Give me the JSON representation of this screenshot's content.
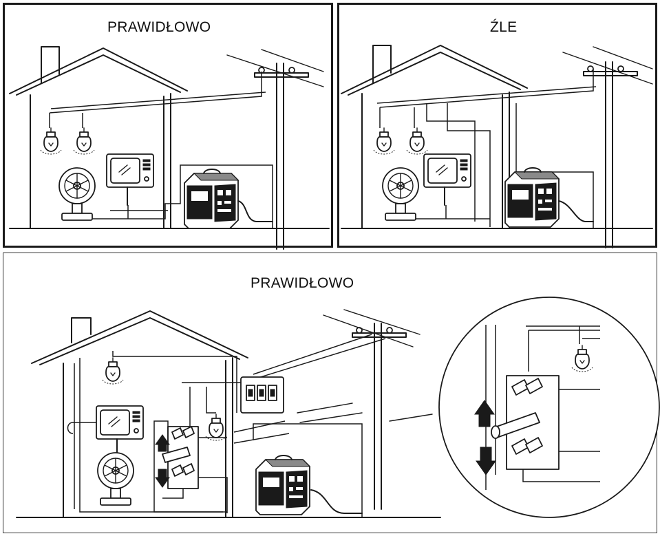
{
  "panels": {
    "top_left": {
      "label": "PRAWIDŁOWO"
    },
    "top_right": {
      "label": "ŹLE"
    },
    "bottom": {
      "label": "PRAWIDŁOWO"
    }
  },
  "icons": [
    "house-icon",
    "lamp-icon",
    "tv-icon",
    "fan-icon",
    "generator-icon",
    "utility-pole-icon",
    "transfer-switch-icon",
    "breaker-box-icon",
    "up-arrow-icon",
    "down-arrow-icon",
    "magnifier-circle-icon"
  ]
}
